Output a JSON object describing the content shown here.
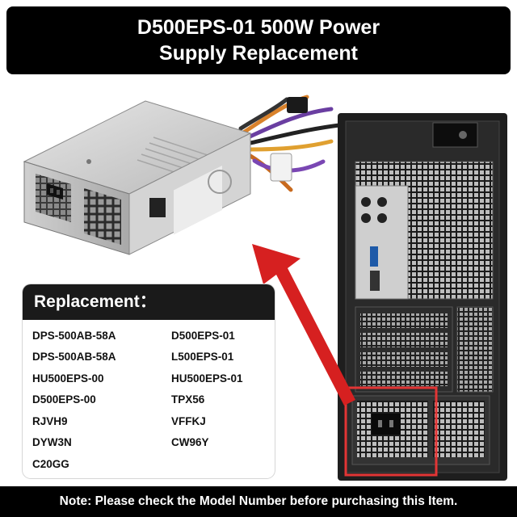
{
  "title": "D500EPS-01 500W Power\nSupply Replacement",
  "replacement": {
    "heading": "Replacement：",
    "rows": [
      [
        "DPS-500AB-58A",
        "D500EPS-01"
      ],
      [
        "DPS-500AB-58A",
        "L500EPS-01"
      ],
      [
        "HU500EPS-00",
        "HU500EPS-01"
      ],
      [
        "D500EPS-00",
        "TPX56"
      ],
      [
        "RJVH9",
        "VFFKJ"
      ],
      [
        "DYW3N",
        "CW96Y"
      ],
      [
        "C20GG",
        ""
      ]
    ]
  },
  "note": "Note: Please check the Model Number before purchasing this Item.",
  "colors": {
    "banner": "#000000",
    "panel_header": "#1a1a1a",
    "arrow": "#d62020",
    "psu_body": "#c8c8c8",
    "case_body": "#1e1e1e"
  }
}
